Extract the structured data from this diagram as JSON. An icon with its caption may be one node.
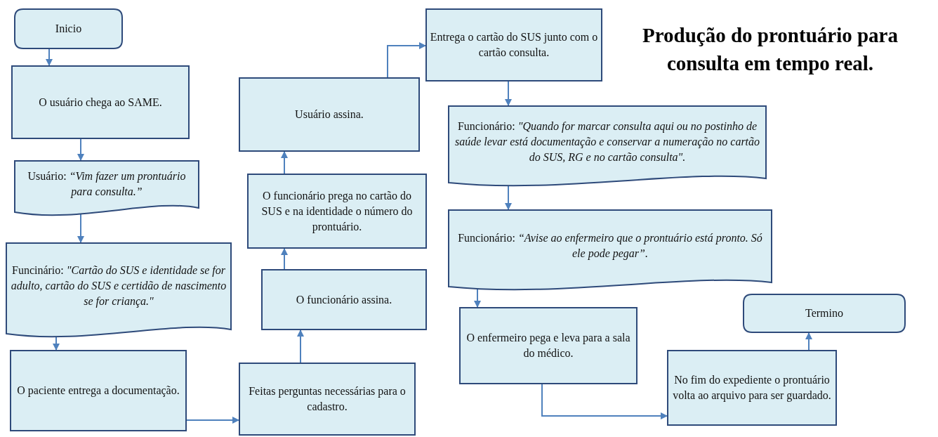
{
  "diagram": {
    "title": "Produção do prontuário para consulta em tempo real.",
    "nodes": [
      {
        "text": [
          "Inicio"
        ]
      },
      {
        "text": [
          "O usuário chega ao SAME."
        ]
      },
      {
        "text": [
          "Usuário: *“Vim fazer um prontuário para consulta.”*"
        ]
      },
      {
        "text": [
          "Funcinário: *\"Cartão do SUS e identidade se for adulto, cartão do SUS e certidão de nascimento se for criança.\"*"
        ]
      },
      {
        "text": [
          "O paciente entrega a documentação."
        ]
      },
      {
        "text": [
          "Feitas perguntas necessárias para o cadastro."
        ]
      },
      {
        "text": [
          "O funcionário assina."
        ]
      },
      {
        "text": [
          "O funcionário prega no cartão do SUS e na identidade o número do prontuário."
        ]
      },
      {
        "text": [
          "Usuário assina."
        ]
      },
      {
        "text": [
          "Entrega o cartão do SUS junto com o cartão consulta."
        ]
      },
      {
        "text": [
          "Funcionário: *\"Quando for marcar consulta aqui ou no postinho de saúde levar está documentação e conservar a numeração no cartão do SUS, RG e no cartão consulta\".*"
        ]
      },
      {
        "text": [
          "Funcionário: *“Avise ao enfermeiro que o prontuário está pronto. Só ele pode pegar”.*"
        ]
      },
      {
        "text": [
          "O enfermeiro pega e leva para a sala do médico."
        ]
      },
      {
        "text": [
          "No fim do expediente o prontuário volta ao arquivo para ser guardado."
        ]
      },
      {
        "text": [
          "Termino"
        ]
      }
    ],
    "edges": [
      {
        "from": 0,
        "to": 1,
        "arrow": "to"
      },
      {
        "from": 1,
        "to": 2,
        "arrow": "to"
      },
      {
        "from": 2,
        "to": 3,
        "arrow": "to"
      },
      {
        "from": 3,
        "to": 4,
        "arrow": "to"
      },
      {
        "from": 4,
        "to": 5,
        "arrow": "to"
      },
      {
        "from": 5,
        "to": 6,
        "arrow": "to"
      },
      {
        "from": 6,
        "to": 7,
        "arrow": "to"
      },
      {
        "from": 7,
        "to": 8,
        "arrow": "to"
      },
      {
        "from": 8,
        "to": 9,
        "arrow": "to"
      },
      {
        "from": 9,
        "to": 10,
        "arrow": "to"
      },
      {
        "from": 10,
        "to": 11,
        "arrow": "to"
      },
      {
        "from": 11,
        "to": 12,
        "arrow": "to"
      },
      {
        "from": 12,
        "to": 13,
        "arrow": "to"
      },
      {
        "from": 13,
        "to": 14,
        "arrow": "to"
      }
    ]
  }
}
